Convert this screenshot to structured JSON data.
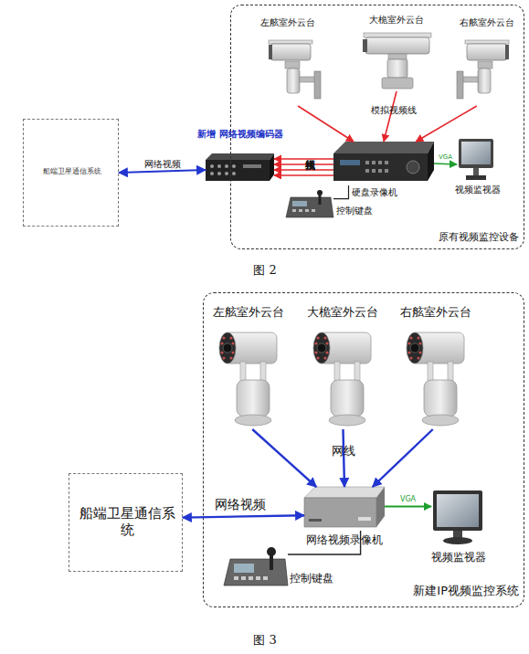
{
  "diagram": {
    "nodes": [
      {
        "text": [
          "原有视频监控设备"
        ]
      },
      {
        "text": [
          "左舷室外云台"
        ],
        "in": 0
      },
      {
        "text": [
          "大桅室外云台"
        ],
        "in": 0
      },
      {
        "text": [
          "右舷室外云台"
        ],
        "in": 0
      },
      {
        "text": [
          "船端卫星通信系统"
        ]
      },
      {
        "text": [
          "新增 网络视频编码器"
        ]
      },
      {
        "text": [
          "硬盘录像机"
        ],
        "in": 0
      },
      {
        "text": [
          "视频监视器"
        ],
        "in": 0
      },
      {
        "text": [
          "控制键盘"
        ],
        "in": 0
      },
      {
        "text": [
          "新建IP视频监控系统"
        ]
      },
      {
        "text": [
          "左舷室外云台"
        ],
        "in": 9
      },
      {
        "text": [
          "大桅室外云台"
        ],
        "in": 9
      },
      {
        "text": [
          "右舷室外云台"
        ],
        "in": 9
      },
      {
        "text": [
          "船端卫星通信系统"
        ]
      },
      {
        "text": [
          "网络视频录像机"
        ],
        "in": 9
      },
      {
        "text": [
          "视频监视器"
        ],
        "in": 9
      },
      {
        "text": [
          "控制键盘"
        ],
        "in": 9
      }
    ],
    "edges": [
      {
        "from": 1,
        "to": 6,
        "arrow": "to"
      },
      {
        "from": 2,
        "to": 6,
        "label": "模拟视频线",
        "arrow": "to"
      },
      {
        "from": 3,
        "to": 6,
        "arrow": "to"
      },
      {
        "from": 6,
        "to": 5,
        "label": "模拟视频线",
        "arrow": "to"
      },
      {
        "from": 6,
        "to": 5,
        "arrow": "to"
      },
      {
        "from": 6,
        "to": 5,
        "arrow": "to"
      },
      {
        "from": 6,
        "to": 5,
        "arrow": "to"
      },
      {
        "from": 6,
        "to": 7,
        "label": "VGA",
        "arrow": "to"
      },
      {
        "from": 8,
        "to": 6,
        "arrow": "none"
      },
      {
        "from": 4,
        "to": 5,
        "label": "网络视频",
        "arrow": "both"
      },
      {
        "from": 10,
        "to": 14,
        "arrow": "to"
      },
      {
        "from": 11,
        "to": 14,
        "label": "网线",
        "arrow": "to"
      },
      {
        "from": 12,
        "to": 14,
        "arrow": "to"
      },
      {
        "from": 14,
        "to": 15,
        "label": "VGA",
        "arrow": "to"
      },
      {
        "from": 16,
        "to": 14,
        "arrow": "none"
      },
      {
        "from": 13,
        "to": 14,
        "label": "网络视频",
        "arrow": "both"
      }
    ],
    "labels": [
      "图 2",
      "图 3"
    ]
  }
}
